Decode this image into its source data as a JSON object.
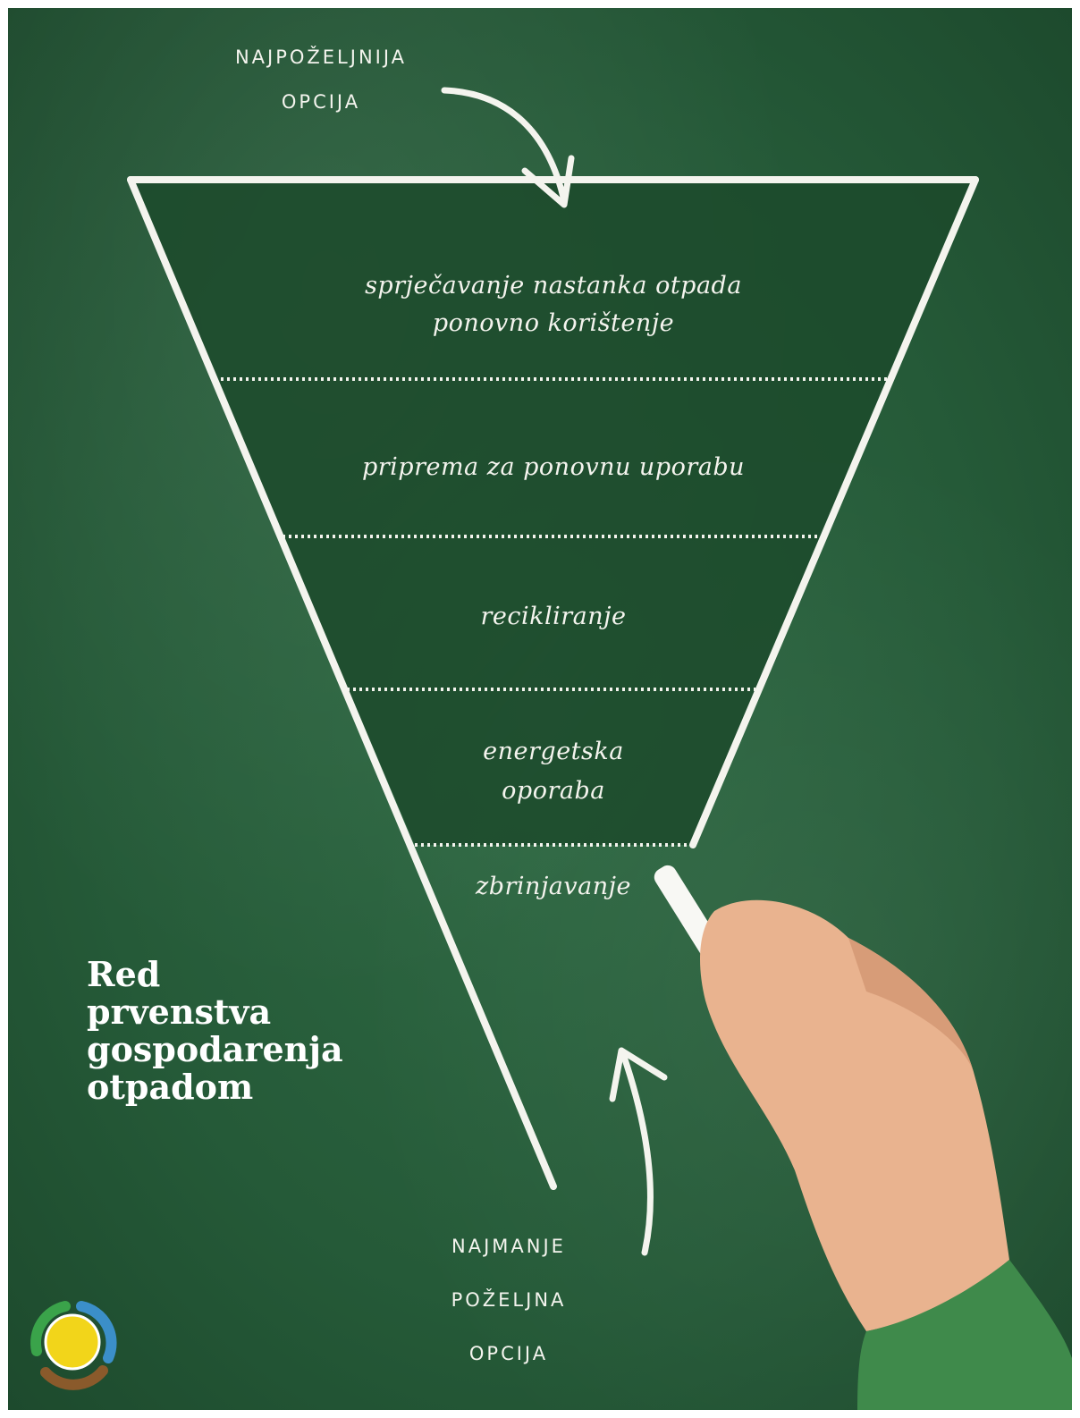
{
  "top_label": {
    "line1": "NAJPOŽELJNIJA",
    "line2": "OPCIJA"
  },
  "bottom_label": {
    "line1": "NAJMANJE",
    "line2": "POŽELJNA",
    "line3": "OPCIJA"
  },
  "levels": [
    {
      "line1": "sprječavanje nastanka otpada",
      "line2": "ponovno korištenje"
    },
    {
      "line1": "priprema za ponovnu uporabu"
    },
    {
      "line1": "recikliranje"
    },
    {
      "line1": "energetska",
      "line2": "oporaba"
    },
    {
      "line1": "zbrinjavanje"
    }
  ],
  "title": {
    "line1": "Red",
    "line2": "prvenstva",
    "line3": "gospodarenja",
    "line4": "otpadom"
  },
  "colors": {
    "board": "#2a6240",
    "funnel_fill": "#1c4a2c",
    "chalk": "#f4f4ee",
    "logo_sun": "#f2d51a",
    "logo_green": "#3aa34a",
    "logo_blue": "#3b8fc9",
    "logo_brown": "#8a5a2b",
    "sleeve": "#3f8a4b",
    "skin": "#e9b38f"
  }
}
